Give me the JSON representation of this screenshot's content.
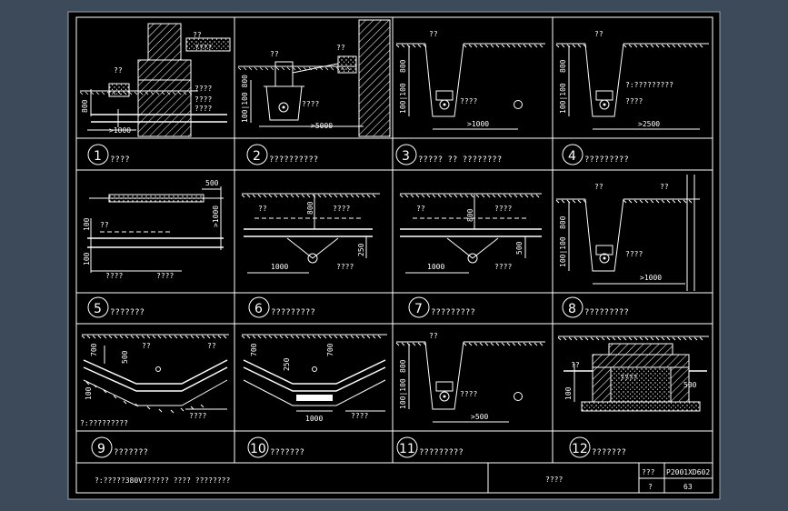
{
  "drawing": {
    "panels": [
      {
        "num": "1",
        "caption": "????",
        "labels": [
          "??",
          "????",
          "????",
          "????",
          "??",
          "????",
          "800",
          ">1000"
        ]
      },
      {
        "num": "2",
        "caption": "??????????",
        "labels": [
          "??",
          "??",
          "????",
          "100|100 800",
          ">5000"
        ]
      },
      {
        "num": "3",
        "caption": "????? ?? ????????",
        "labels": [
          "??",
          "800",
          "100|100",
          "????",
          ">1000"
        ]
      },
      {
        "num": "4",
        "caption": "?????????",
        "labels": [
          "??",
          "800",
          "100|100",
          "?:?????????",
          "????",
          ">2500"
        ]
      },
      {
        "num": "5",
        "caption": "???????",
        "labels": [
          "500",
          "??",
          "100",
          ">1000",
          "100",
          "????",
          "????"
        ]
      },
      {
        "num": "6",
        "caption": "?????????",
        "labels": [
          "??",
          "800",
          "????",
          "250",
          "1000",
          "????"
        ]
      },
      {
        "num": "7",
        "caption": "?????????",
        "labels": [
          "??",
          "800",
          "????",
          "500",
          "1000",
          "????"
        ]
      },
      {
        "num": "8",
        "caption": "?????????",
        "labels": [
          "??",
          "??",
          "800",
          "100|100",
          "????",
          ">1000"
        ]
      },
      {
        "num": "9",
        "caption": "???????",
        "labels": [
          "??",
          "500",
          "??",
          "700",
          "100",
          "?:?????????",
          "????"
        ]
      },
      {
        "num": "10",
        "caption": "???????",
        "labels": [
          "700",
          "250",
          "700",
          "1000",
          "????"
        ]
      },
      {
        "num": "11",
        "caption": "?????????",
        "labels": [
          "??",
          "800",
          "100|100",
          "????",
          ">500"
        ]
      },
      {
        "num": "12",
        "caption": "???????",
        "labels": [
          "??",
          "100",
          "500",
          "????"
        ]
      }
    ],
    "title_block": {
      "note": "?:?????380V?????? ????  ????????",
      "center": "????",
      "r1c1": "???",
      "r1c2": "P2001XD602",
      "r2c1": "?",
      "r2c2": "63"
    }
  },
  "colors": {
    "background": "#3c4a5a",
    "sheet": "#000000",
    "lines": "#ffffff"
  }
}
